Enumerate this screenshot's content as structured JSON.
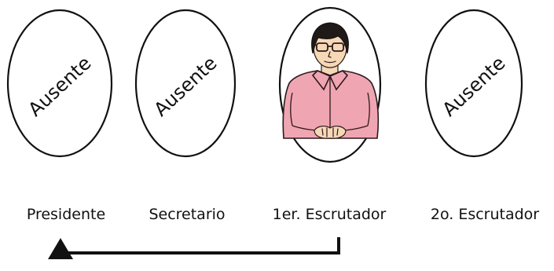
{
  "diagram": {
    "members": [
      {
        "role": "Presidente",
        "status": "Ausente",
        "present": false
      },
      {
        "role": "Secretario",
        "status": "Ausente",
        "present": false
      },
      {
        "role": "1er. Escrutador",
        "status": "",
        "present": true
      },
      {
        "role": "2o. Escrutador",
        "status": "Ausente",
        "present": false
      }
    ],
    "connector": {
      "from": "1er. Escrutador",
      "to": "Presidente",
      "arrow": "up"
    }
  }
}
